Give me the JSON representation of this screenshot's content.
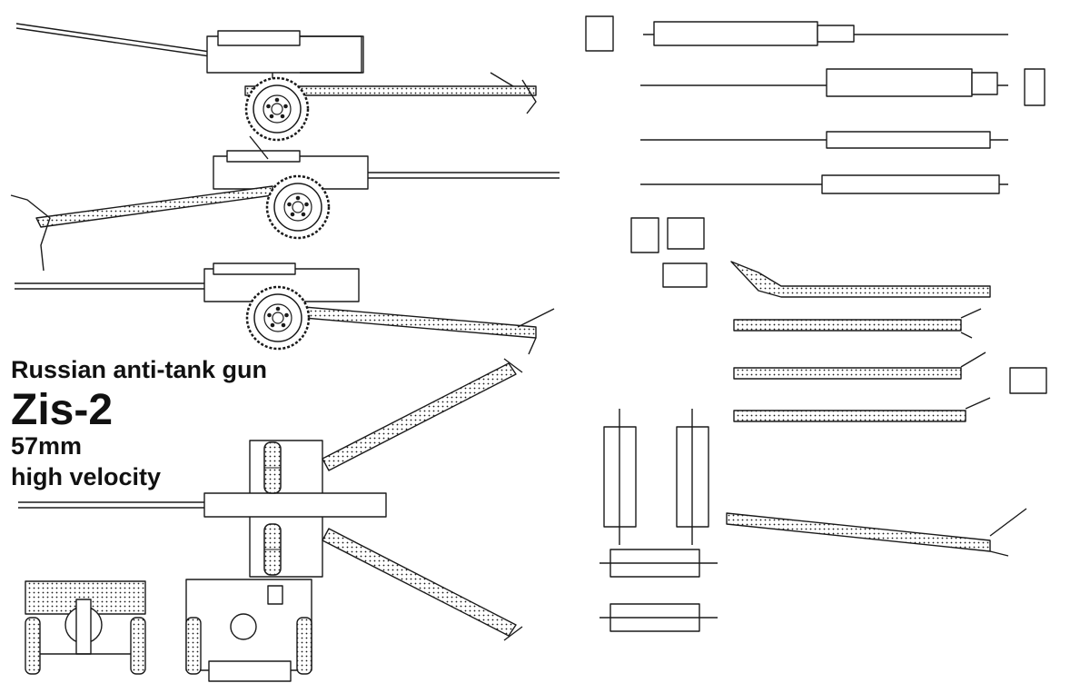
{
  "caption": {
    "subtitle": "Russian anti-tank gun",
    "model": "Zis-2",
    "caliber": "57mm",
    "description": "high velocity"
  },
  "colors": {
    "background": "#ffffff",
    "line": "#1a1a1a",
    "text": "#111111"
  }
}
